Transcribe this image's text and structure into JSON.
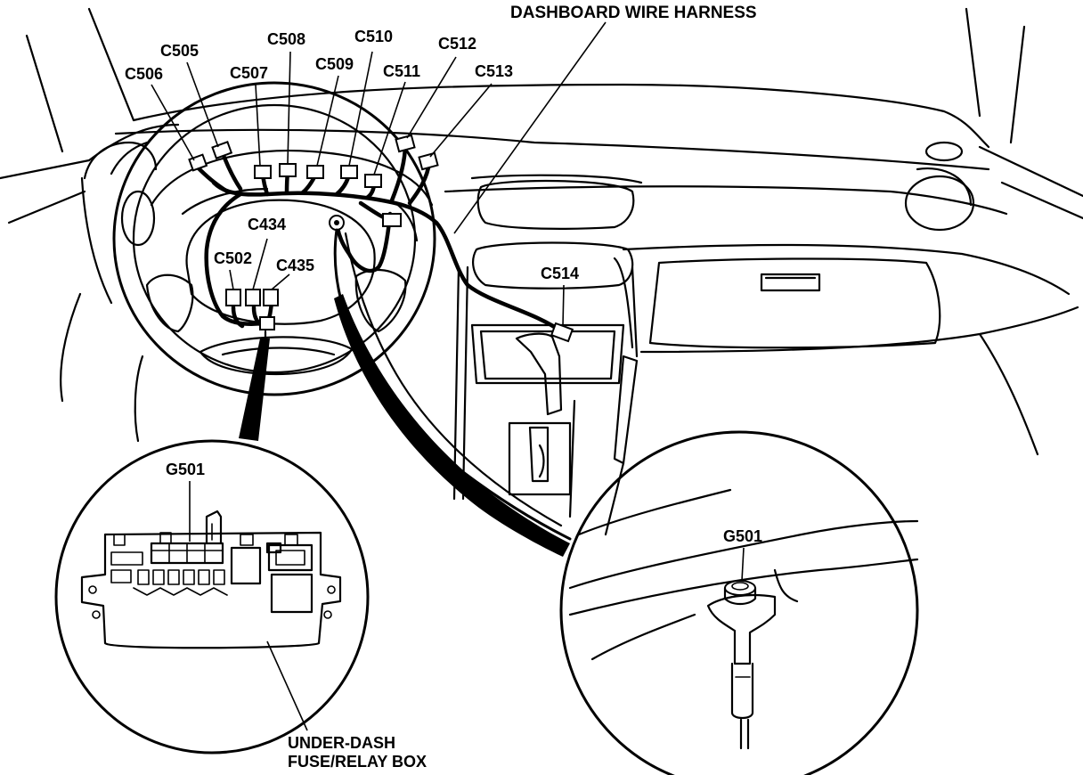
{
  "labels": {
    "harness": "DASHBOARD WIRE HARNESS",
    "c505": "C505",
    "c506": "C506",
    "c507": "C507",
    "c508": "C508",
    "c509": "C509",
    "c510": "C510",
    "c511": "C511",
    "c512": "C512",
    "c513": "C513",
    "c434": "C434",
    "c502": "C502",
    "c435": "C435",
    "c514": "C514",
    "g501_left": "G501",
    "g501_right": "G501",
    "fuse_box_line1": "UNDER-DASH",
    "fuse_box_line2": "FUSE/RELAY BOX"
  },
  "colors": {
    "line": "#000000",
    "background": "#ffffff"
  }
}
